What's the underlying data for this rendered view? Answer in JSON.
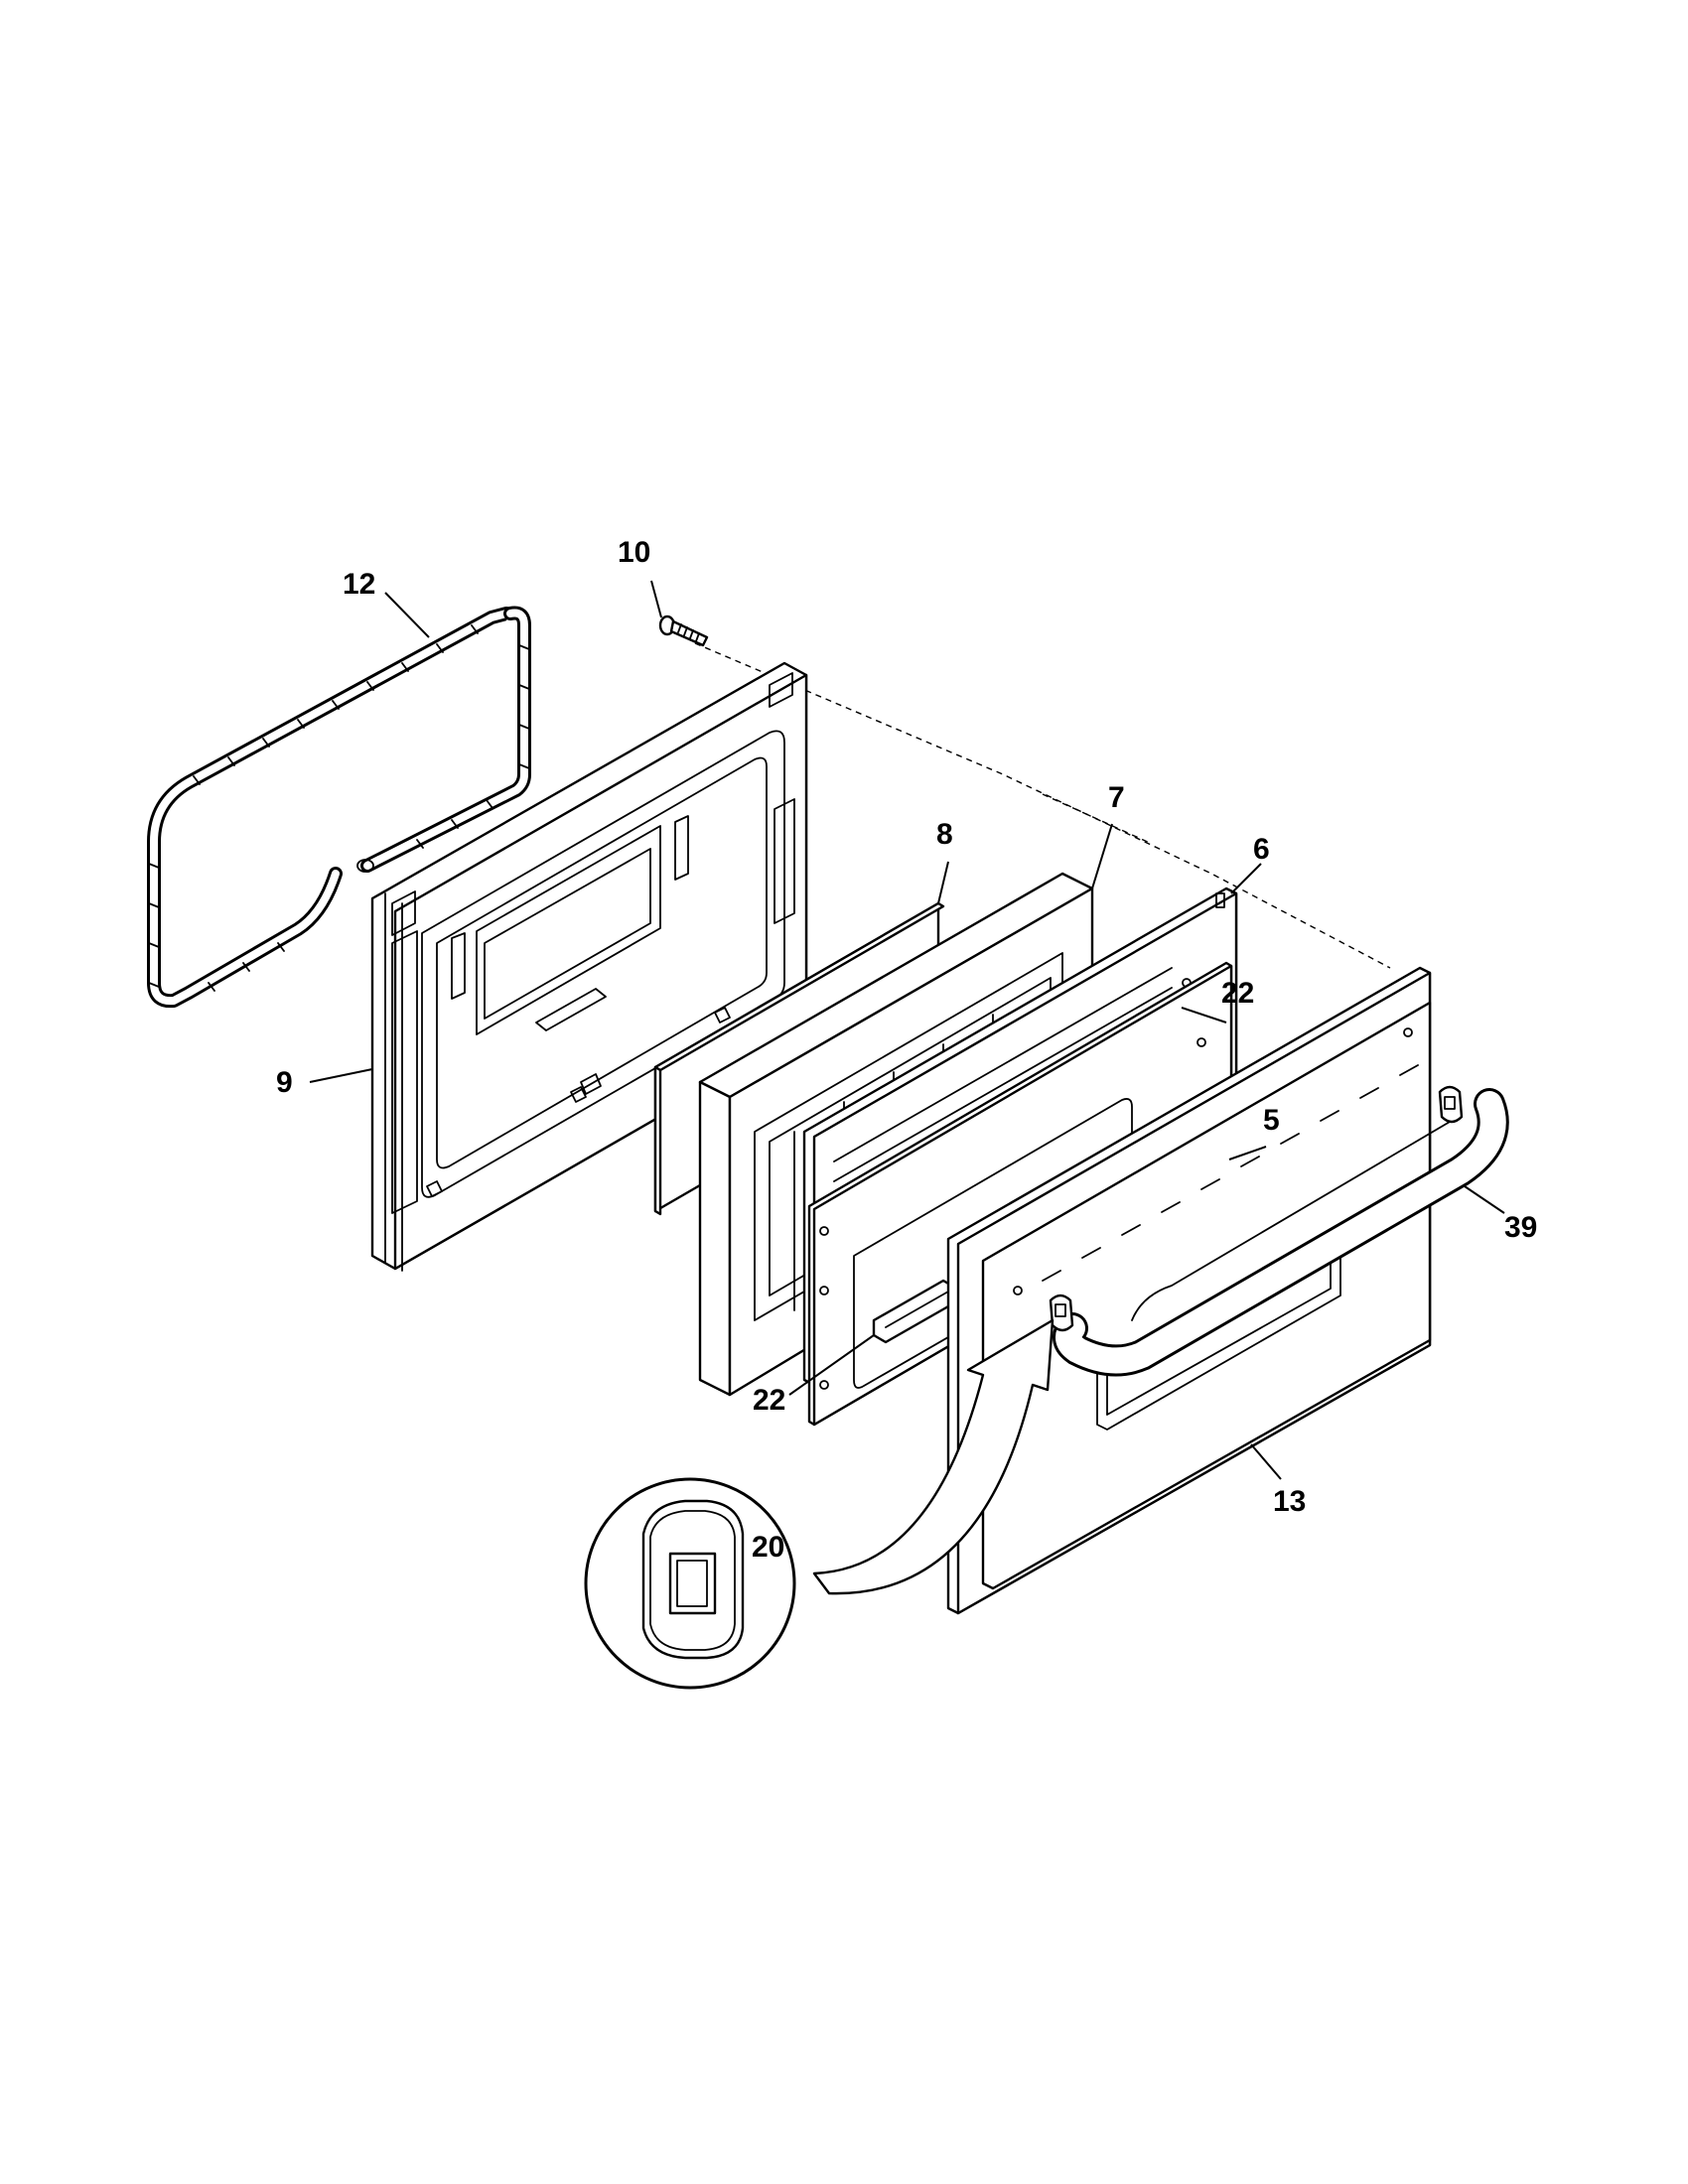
{
  "diagram": {
    "callouts": {
      "gasket": "12",
      "screw": "10",
      "inner_door_liner": "9",
      "insulation": "8",
      "door_liner_pack": "7",
      "glass_retainer": "6",
      "retainer_clip_top": "22",
      "window_glass": "5",
      "retainer_clip_bottom": "22",
      "handle": "39",
      "outer_door_panel": "13",
      "handle_spacer": "20"
    }
  }
}
